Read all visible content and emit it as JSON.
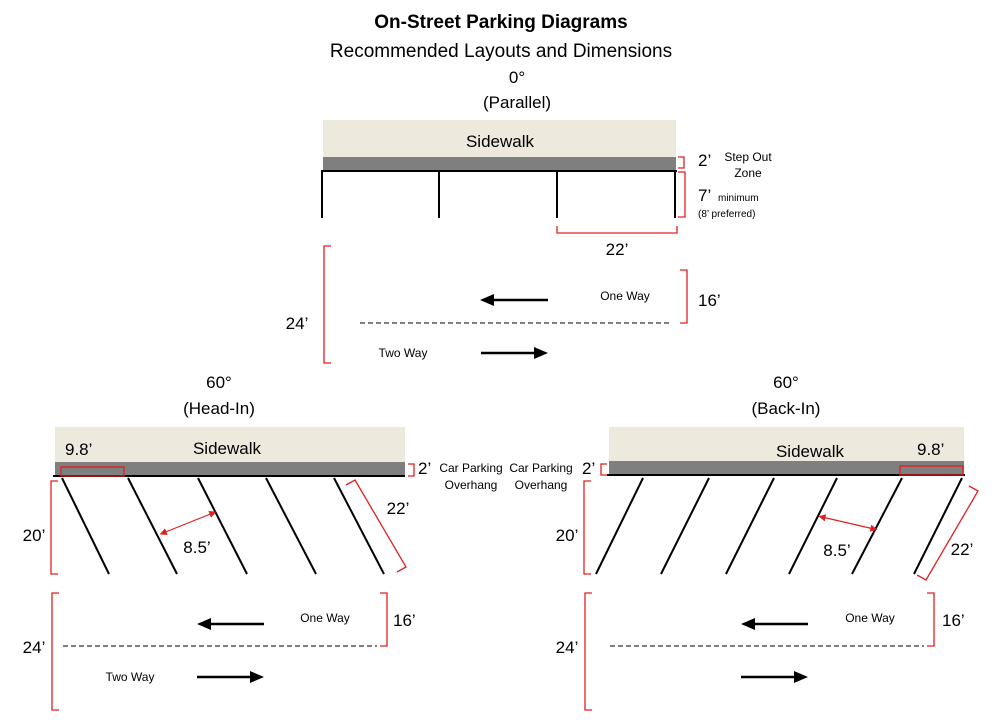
{
  "title": "On-Street Parking Diagrams",
  "subtitle": "Recommended Layouts and Dimensions",
  "colors": {
    "sidewalk": "#ede9dc",
    "step_zone": "#7f7f7f",
    "dimension": "#e02020",
    "line": "#000000"
  },
  "parallel": {
    "angle": "0°",
    "type": "(Parallel)",
    "sidewalk": "Sidewalk",
    "step_out_dim": "2’",
    "step_out_label_1": "Step Out",
    "step_out_label_2": "Zone",
    "depth_dim": "7’",
    "depth_min": "minimum",
    "depth_pref": "(8’ preferred)",
    "stall_length": "22’",
    "lane_total": "24’",
    "lane_one_way_dim": "16’",
    "one_way": "One Way",
    "two_way": "Two Way"
  },
  "head_in": {
    "angle": "60°",
    "type": "(Head-In)",
    "sidewalk": "Sidewalk",
    "overhang_dim": "9.8’",
    "step_dim": "2’",
    "overhang_1": "Car Parking",
    "overhang_2": "Overhang",
    "depth": "20’",
    "stall_width": "8.5’",
    "stall_length": "22’",
    "lane_total": "24’",
    "lane_one_way_dim": "16’",
    "one_way": "One Way",
    "two_way": "Two Way"
  },
  "back_in": {
    "angle": "60°",
    "type": "(Back-In)",
    "sidewalk": "Sidewalk",
    "overhang_dim": "9.8’",
    "step_dim": "2’",
    "overhang_1": "Car Parking",
    "overhang_2": "Overhang",
    "depth": "20’",
    "stall_width": "8.5’",
    "stall_length": "22’",
    "lane_total": "24’",
    "lane_one_way_dim": "16’",
    "one_way": "One Way"
  }
}
